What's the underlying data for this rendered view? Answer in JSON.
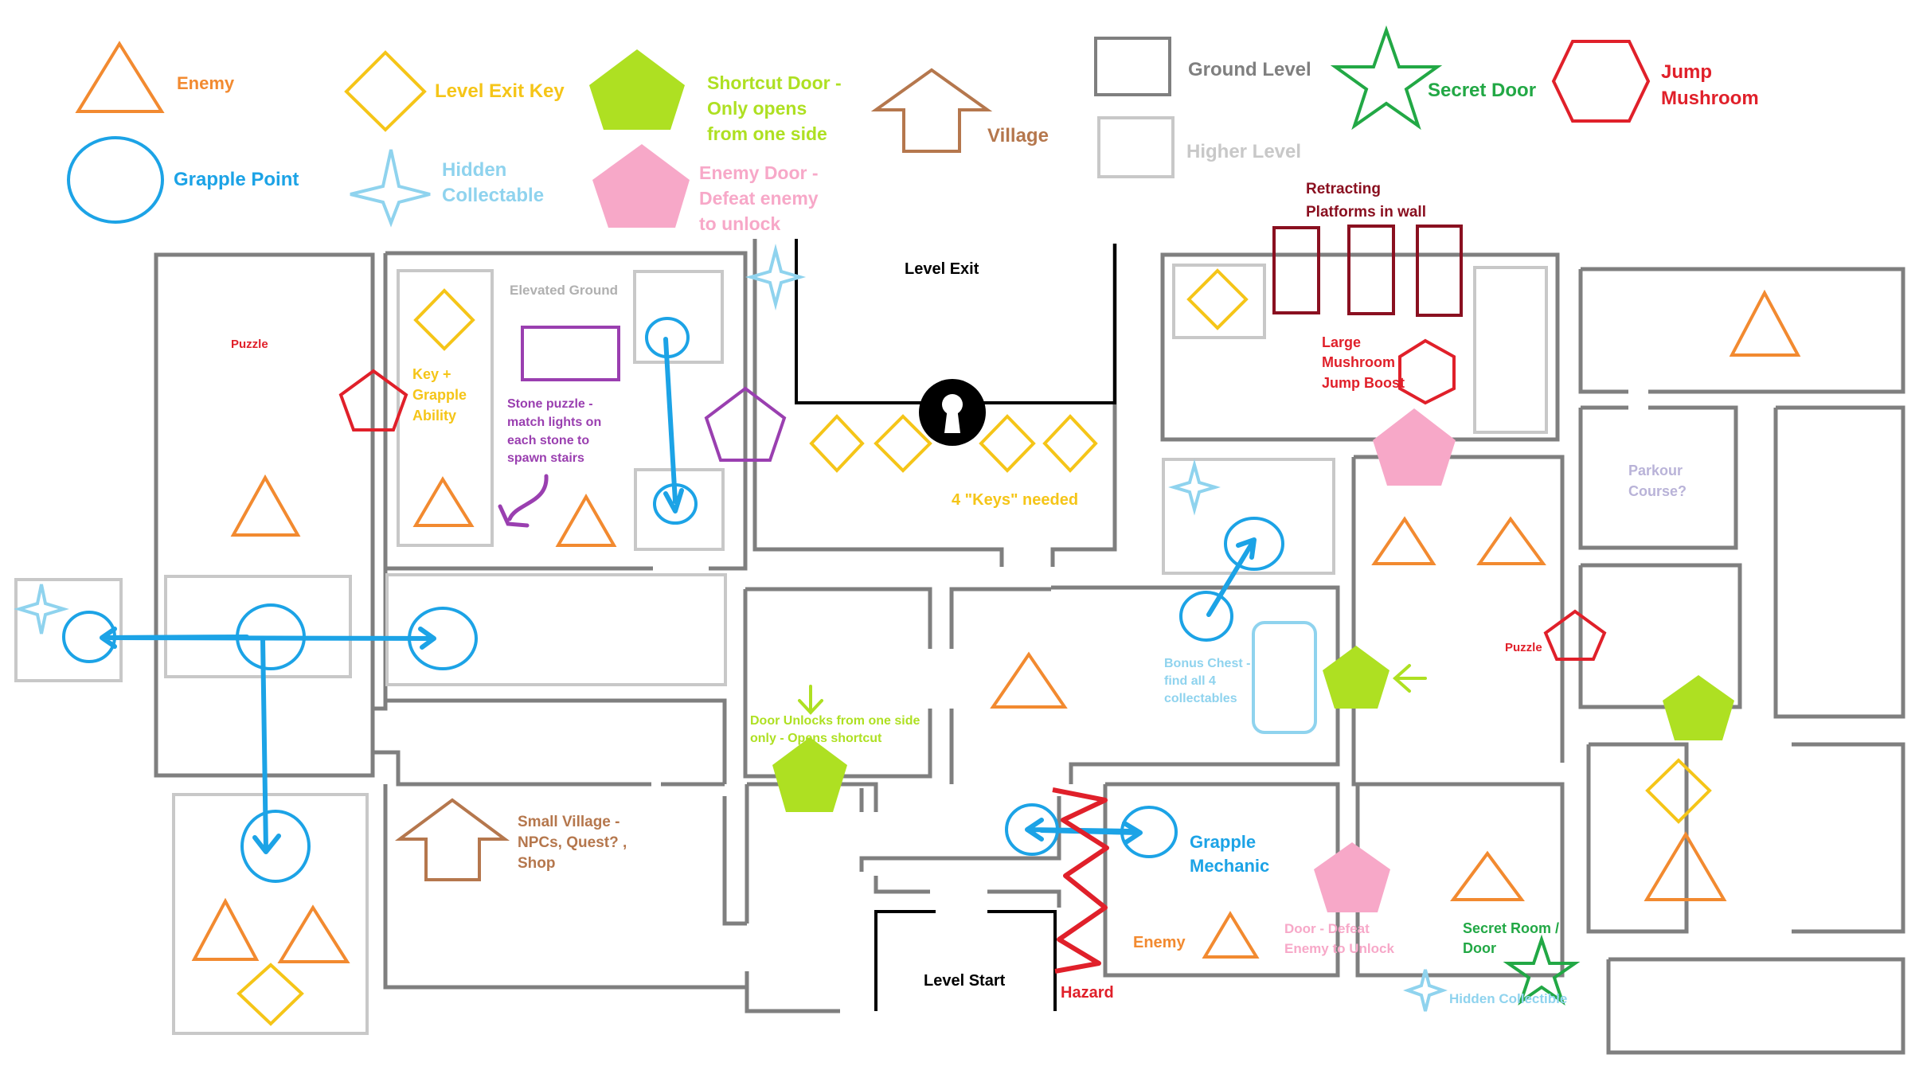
{
  "colors": {
    "enemy": "#f28a30",
    "key": "#f5c518",
    "shortcut": "#aee022",
    "village": "#b5774d",
    "ground": "#7f7f7f",
    "higher": "#c8c8c8",
    "secret": "#22a845",
    "jump": "#e0202a",
    "grapple": "#1ca3e6",
    "hidden": "#8fd3ee",
    "enemy_door": "#f7a8c8",
    "puzzle": "#e0202a",
    "stone": "#9a3fb0",
    "retract": "#8a1020",
    "wall": "#7f7f7f",
    "black": "#000000",
    "hazard": "#e0202a",
    "parkour": "#b9b3d8",
    "elevated": "#b0b0b0"
  },
  "legend": {
    "enemy": "Enemy",
    "grapple_point": "Grapple Point",
    "level_exit_key": "Level Exit Key",
    "hidden_line1": "Hidden",
    "hidden_line2": "Collectable",
    "shortcut_line1": "Shortcut Door -",
    "shortcut_line2": "Only opens",
    "shortcut_line3": "from one side",
    "enemy_door_line1": "Enemy Door -",
    "enemy_door_line2": "Defeat enemy",
    "enemy_door_line3": "to unlock",
    "village": "Village",
    "ground_level": "Ground Level",
    "higher_level": "Higher  Level",
    "secret_door": "Secret Door",
    "jump_line1": "Jump",
    "jump_line2": "Mushroom"
  },
  "labels": {
    "retracting_line1": "Retracting",
    "retracting_line2": "Platforms in wall",
    "level_exit": "Level Exit",
    "keys_needed": "4 \"Keys\" needed",
    "puzzle_left": "Puzzle",
    "elevated_ground": "Elevated Ground",
    "key_grapple_line1": "Key +",
    "key_grapple_line2": "Grapple",
    "key_grapple_line3": "Ability",
    "stone_line1": "Stone puzzle -",
    "stone_line2": "match lights on",
    "stone_line3": "each stone to",
    "stone_line4": "spawn stairs",
    "mushroom_line1": "Large",
    "mushroom_line2": "Mushroom",
    "mushroom_line3": "Jump Boost",
    "parkour_line1": "Parkour",
    "parkour_line2": "Course?",
    "puzzle_right": "Puzzle",
    "bonus_line1": "Bonus Chest -",
    "bonus_line2": "find all 4",
    "bonus_line3": "collectables",
    "door_unlock_line1": "Door Unlocks from one side",
    "door_unlock_line2": "only - Opens shortcut",
    "small_village_line1": "Small Village -",
    "small_village_line2": "NPCs, Quest? ,",
    "small_village_line3": "Shop",
    "grapple_mech_line1": "Grapple",
    "grapple_mech_line2": "Mechanic",
    "enemy_label": "Enemy",
    "door_defeat_line1": "Door - Defeat",
    "door_defeat_line2": "Enemy to Unlock",
    "secret_room_line1": "Secret Room /",
    "secret_room_line2": "Door",
    "hidden_collectible": "Hidden Collectible",
    "level_start": "Level Start",
    "hazard": "Hazard"
  }
}
